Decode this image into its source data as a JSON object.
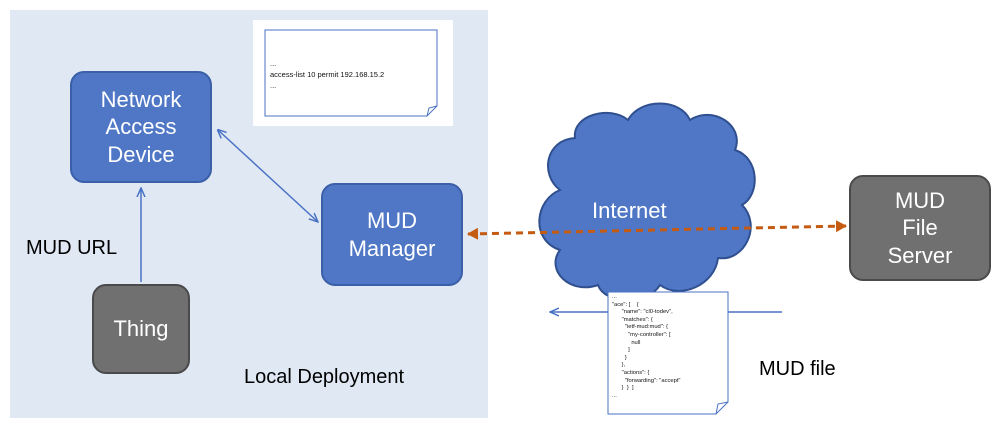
{
  "diagram": {
    "nodes": {
      "nad": "Network\nAccess\nDevice",
      "mud_manager": "MUD\nManager",
      "thing": "Thing",
      "mud_file_server": "MUD\nFile\nServer",
      "internet": "Internet"
    },
    "labels": {
      "mud_url": "MUD URL",
      "local_deployment": "Local Deployment",
      "mud_file": "MUD file"
    },
    "acl_note": {
      "line1": "...",
      "line2": "access-list 10 permit 192.168.15.2",
      "line3": "..."
    },
    "mud_file_note": "...\n\"ace\": [    {\n      \"name\": \"cl0-todev\",\n      \"matches\": {\n        \"ietf-mud:mud\": {\n          \"my-controller\": [\n            null\n          ]\n        }\n      },\n      \"actions\": {\n        \"forwarding\": \"accept\"\n      }  }  ]\n...",
    "colors": {
      "panel": "#dfe8f3",
      "node_blue": "#4f77c6",
      "node_gray": "#707070",
      "link_blue": "#4a72c4",
      "link_orange": "#c55a11"
    }
  }
}
